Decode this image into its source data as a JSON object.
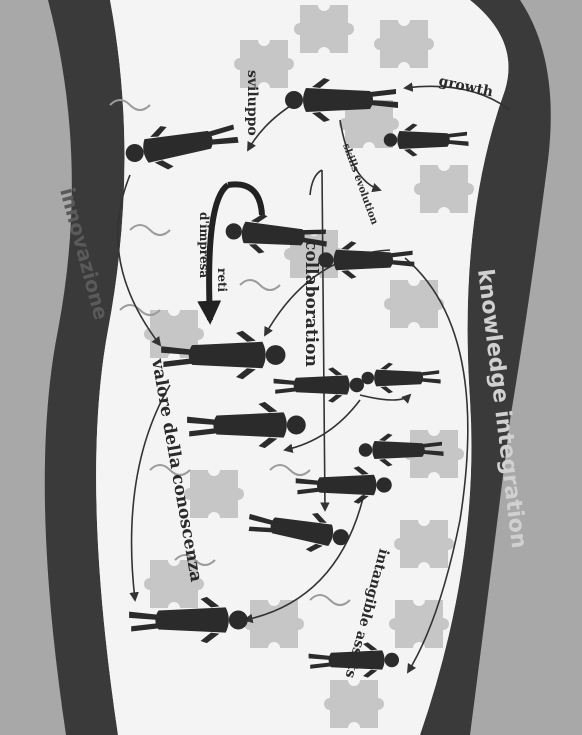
{
  "labels": {
    "growth": "growth",
    "sviluppo": "sviluppo",
    "skills_evolution": "skills evolution",
    "reti_dimpresa_1": "reti",
    "reti_dimpresa_2": "d'impresa",
    "collaboration": "collaboration",
    "innovazione": "innovazione",
    "knowledge_integration": "knowledge integration",
    "valore_della_conoscenza": "valore della conoscenza",
    "intangible_assets": "intangible assets"
  },
  "colors": {
    "background": "#dcdcdc",
    "dark_band": "#3a3a3a",
    "light_band": "#a8a8a8",
    "paper": "#f4f4f4",
    "puzzle": "#bdbdbd",
    "figure": "#2b2b2b",
    "arrow": "#333333"
  }
}
